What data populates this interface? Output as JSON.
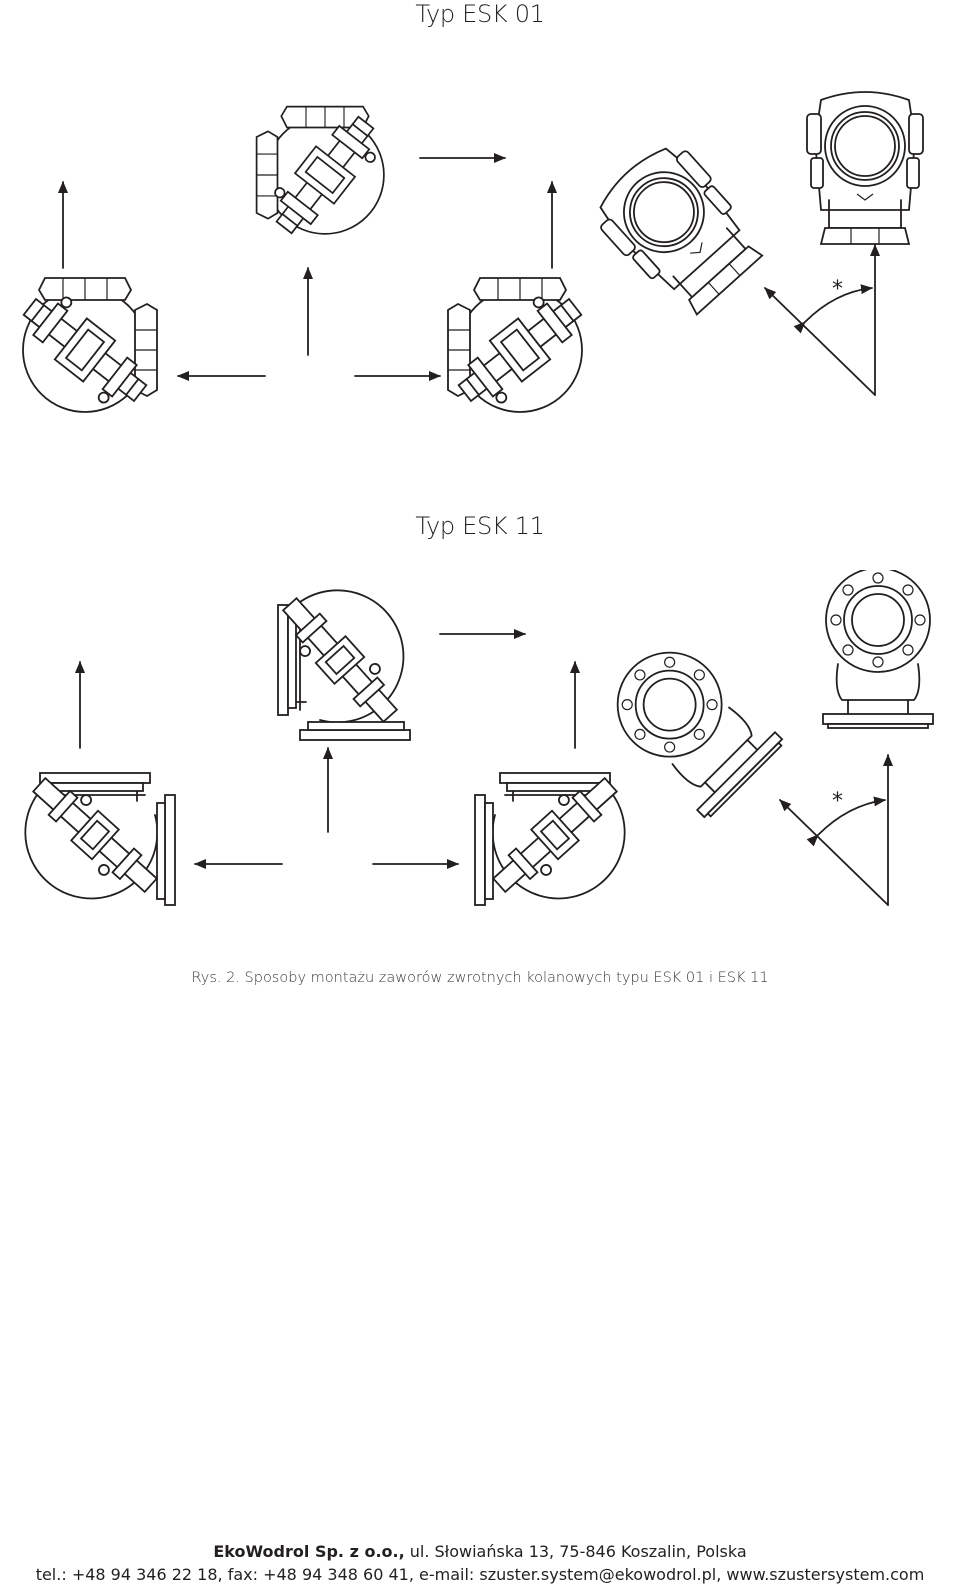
{
  "figure": {
    "title_top": "Typ ESK 01",
    "title_bottom": "Typ ESK 11",
    "angle_mark": "*",
    "caption": "Rys. 2. Sposoby montażu zaworów zwrotnych kolanowych typu ESK 01 i ESK 11"
  },
  "footer": {
    "company": "EkoWodrol Sp. z o.o.,",
    "address": " ul. Słowiańska 13, 75-846 Koszalin, Polska",
    "contact": "tel.: +48 94 346 22 18, fax: +48 94 348 60 41, e-mail: szuster.system@ekowodrol.pl, www.szustersystem.com"
  }
}
